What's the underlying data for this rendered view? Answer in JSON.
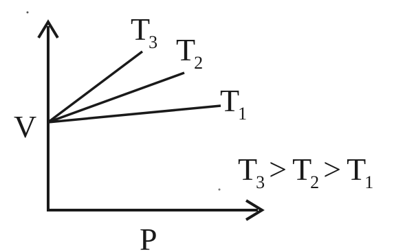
{
  "diagram": {
    "y_axis_label": "V",
    "x_axis_label": "P",
    "lines": [
      {
        "name": "T",
        "subscript": "3"
      },
      {
        "name": "T",
        "subscript": "2"
      },
      {
        "name": "T",
        "subscript": "1"
      }
    ],
    "relation": {
      "t3": "T",
      "s3": "3",
      "gt1": ">",
      "t2": "T",
      "s2": "2",
      "gt2": ">",
      "t1": "T",
      "s1": "1"
    },
    "colors": {
      "ink": "#1a1a1a",
      "background": "#ffffff"
    }
  }
}
